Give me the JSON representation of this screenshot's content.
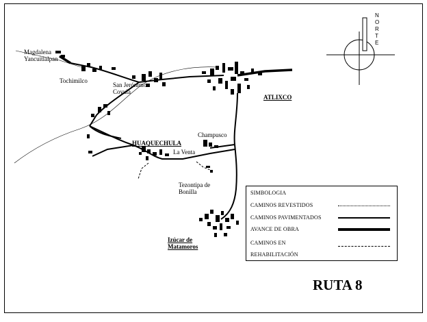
{
  "places": {
    "magdalena": "Magdalena\nYancuitlalpan",
    "tochimilco": "Tochimilco",
    "san_jeronimo": "San Jerónimo\nCoyula",
    "atlixco": "ATLIXCO",
    "huaquechula": "HUAQUECHULA",
    "champusco": "Champusco",
    "la_venta": "La Venta",
    "tezontipa": "Tezontipa de\nBonilla",
    "izucar": "Izúcar de\nMatamoros"
  },
  "legend": {
    "title": "SIMBOLOGIA",
    "items": [
      {
        "label": "CAMINOS REVESTIDOS",
        "style": "dotted"
      },
      {
        "label": "CAMINOS PAVIMENTADOS",
        "style": "solid"
      },
      {
        "label": "AVANCE DE OBRA",
        "style": "thick"
      },
      {
        "label": "CAMINOS EN\nREHABILITACIÓN",
        "style": "dashed"
      }
    ]
  },
  "compass": {
    "letters": [
      "N",
      "O",
      "R",
      "T",
      "E"
    ]
  },
  "title": "RUTA 8",
  "caption": "",
  "colors": {
    "ink": "#000000",
    "border": "#000000",
    "background": "#ffffff"
  }
}
